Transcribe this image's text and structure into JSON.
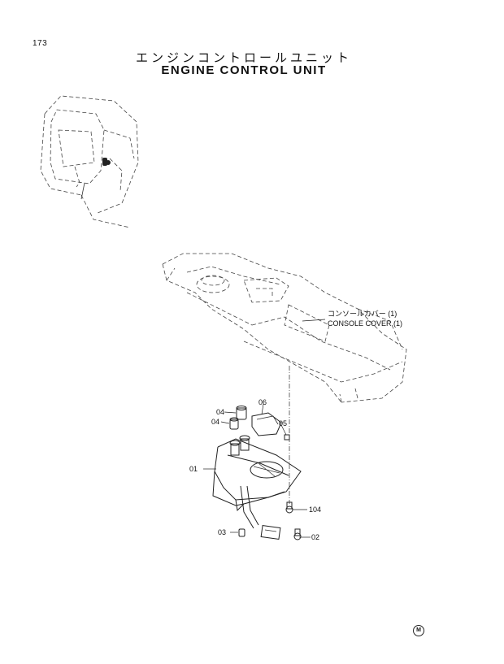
{
  "page": {
    "number": "173"
  },
  "title": {
    "japanese": "エンジンコントロールユニット",
    "english": "ENGINE CONTROL UNIT"
  },
  "callouts": {
    "console_cover_jp": "コンソールカバー (1)",
    "console_cover_en": "CONSOLE COVER (1)",
    "part_01": "01",
    "part_02": "02",
    "part_03": "03",
    "part_04a": "04",
    "part_04b": "04",
    "part_05": "05",
    "part_06": "06",
    "part_104": "104"
  },
  "maker_mark": "M"
}
